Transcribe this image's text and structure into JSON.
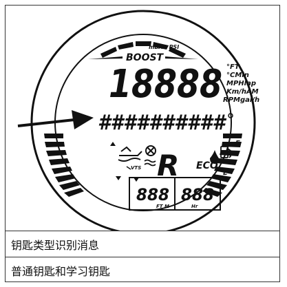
{
  "display": {
    "units_top": "mBAR PSI",
    "boost": "BOOST",
    "main_digits": "18888",
    "unit_ft": "°FT",
    "unit_cmin": "°CMin",
    "unit_mphlap": "MPHlap",
    "unit_kmham": "Km/hAM",
    "unit_rpmgal": "RPMgal/h",
    "message_segments": "##########",
    "vts_label": "VTS",
    "gear_letter": "R",
    "eco_label": "ECO",
    "fuel_full": "F",
    "fuel_empty": "E",
    "left_digits": "888",
    "left_unit": "FT M",
    "right_digits": "888",
    "right_unit": "Hr"
  },
  "table": {
    "row1": "钥匙类型识别消息",
    "row2": "普通钥匙和学习钥匙"
  }
}
